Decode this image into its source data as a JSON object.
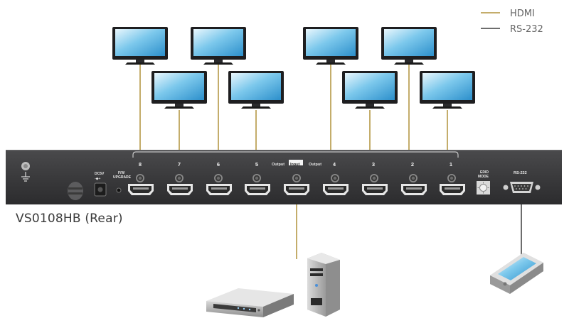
{
  "legend": [
    {
      "label": "HDMI",
      "color": "#c4ad6b"
    },
    {
      "label": "RS-232",
      "color": "#6d6d6d"
    }
  ],
  "device": {
    "caption": "VS0108HB (Rear)",
    "output_label": "Output",
    "input_label": "Input",
    "port_numbers": [
      "8",
      "7",
      "6",
      "5",
      "4",
      "3",
      "2",
      "1"
    ],
    "power_label_1": "DC5V",
    "power_label_2": "-◆+",
    "fw_label_1": "F/W",
    "fw_label_2": "UPGRADE",
    "edid_label_1": "EDID",
    "edid_label_2": "MODE",
    "rs232_label": "RS-232"
  },
  "displays": [
    {
      "name": "monitor-port-8"
    },
    {
      "name": "monitor-port-7"
    },
    {
      "name": "monitor-port-6"
    },
    {
      "name": "monitor-port-5"
    },
    {
      "name": "monitor-port-4"
    },
    {
      "name": "monitor-port-3"
    },
    {
      "name": "monitor-port-2"
    },
    {
      "name": "monitor-port-1"
    }
  ],
  "sources": [
    "dvd-player-icon",
    "pc-tower-icon"
  ],
  "controller": "touch-panel-icon",
  "colors": {
    "hdmi": "#c4ad6b",
    "rs232": "#6d6d6d",
    "device_body": "#3d3d3f"
  }
}
